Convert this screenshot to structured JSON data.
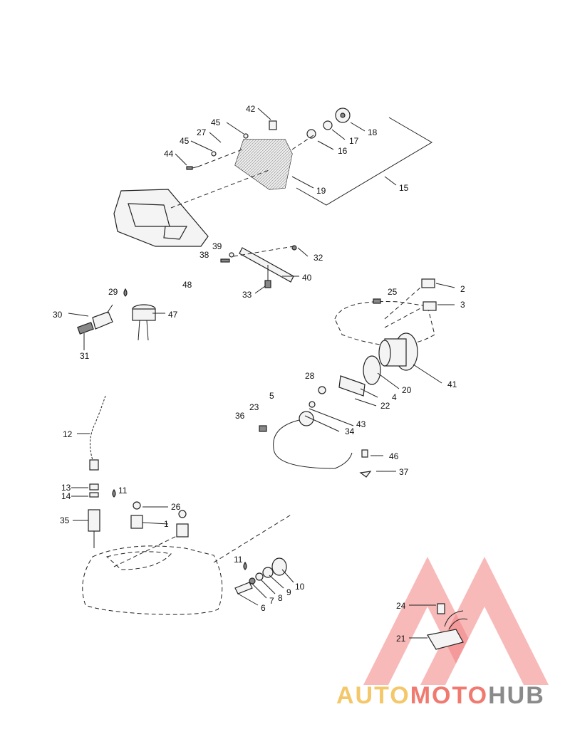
{
  "diagram": {
    "callouts": [
      "42",
      "45",
      "27",
      "45",
      "44",
      "18",
      "17",
      "16",
      "19",
      "15",
      "39",
      "38",
      "32",
      "40",
      "33",
      "29",
      "48",
      "30",
      "47",
      "31",
      "2",
      "25",
      "3",
      "41",
      "28",
      "20",
      "5",
      "4",
      "22",
      "23",
      "36",
      "34",
      "43",
      "12",
      "46",
      "37",
      "13",
      "14",
      "11",
      "26",
      "35",
      "1",
      "11",
      "10",
      "9",
      "8",
      "7",
      "6",
      "24",
      "21"
    ]
  },
  "watermark": {
    "part1": "AUTO",
    "part2": "MOTO",
    "part3": "HUB",
    "colors": {
      "auto": "#f4c86a",
      "moto": "#f07a70",
      "hub": "#8a8a8a",
      "triangle": "#f06a6a"
    }
  }
}
